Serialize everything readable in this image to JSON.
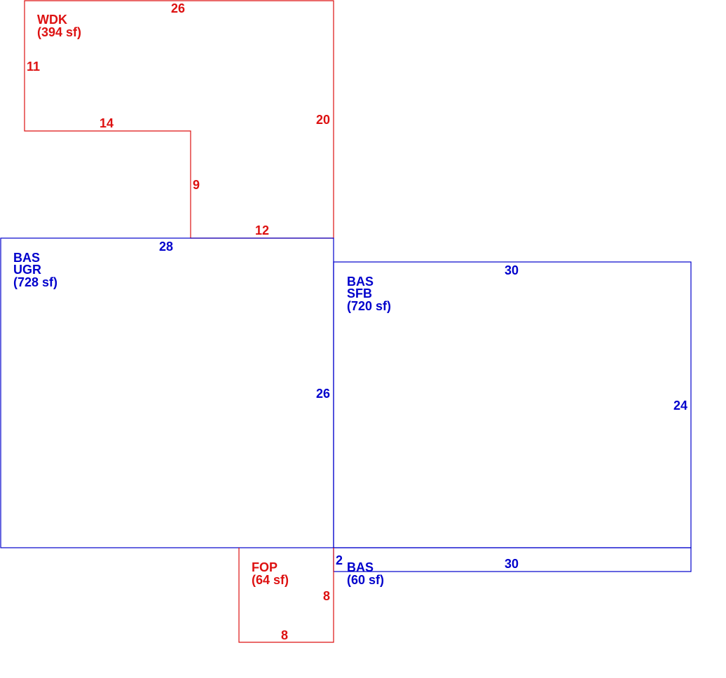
{
  "colors": {
    "red": "#dd1111",
    "blue": "#0000cc",
    "background": "#ffffff"
  },
  "sections": {
    "wdk": {
      "code": "WDK",
      "area": "(394 sf)",
      "dims": {
        "top": "26",
        "left": "11",
        "mid": "14",
        "stem": "9",
        "right": "20",
        "bottom": "12"
      }
    },
    "bas_ugr": {
      "code": "BAS",
      "sub": "UGR",
      "area": "(728 sf)",
      "dims": {
        "top": "28",
        "right": "26"
      }
    },
    "bas_sfb": {
      "code": "BAS",
      "sub": "SFB",
      "area": "(720 sf)",
      "dims": {
        "top": "30",
        "right": "24"
      }
    },
    "bas_strip": {
      "code": "BAS",
      "area": "(60 sf)",
      "dims": {
        "top": "30",
        "left": "2"
      }
    },
    "fop": {
      "code": "FOP",
      "area": "(64 sf)",
      "dims": {
        "right": "8",
        "bottom": "8"
      }
    }
  }
}
